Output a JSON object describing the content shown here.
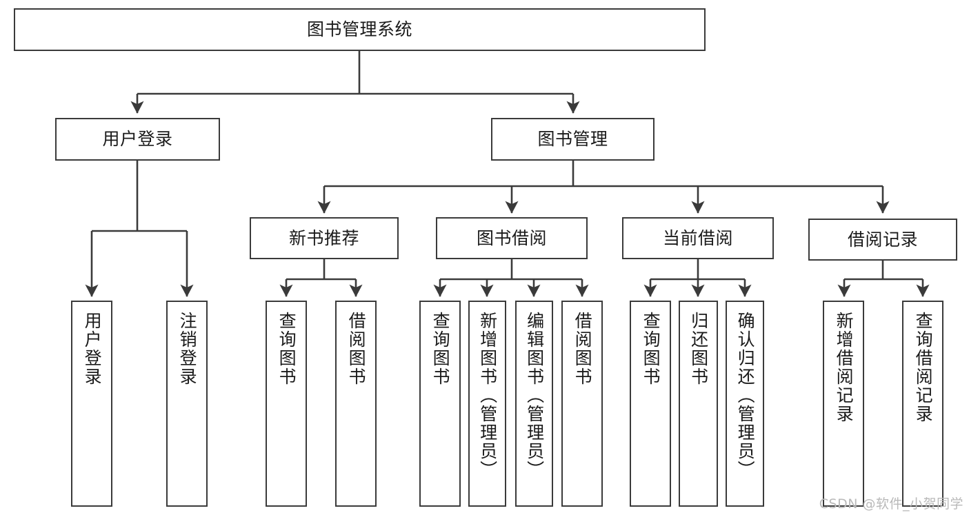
{
  "diagram": {
    "title": "图书管理系统",
    "watermark": "CSDN @软件_小贺同学",
    "stroke_color": "#3a3a3a",
    "background_color": "#ffffff",
    "text_color": "#1a1a1a",
    "watermark_color": "#b9b9b9",
    "type": "tree-hierarchy",
    "levels": 4,
    "nodes": {
      "root": {
        "label": "图书管理系统",
        "orientation": "horizontal",
        "level": 0
      },
      "user_login": {
        "label": "用户登录",
        "orientation": "horizontal",
        "level": 1
      },
      "book_manage": {
        "label": "图书管理",
        "orientation": "horizontal",
        "level": 1
      },
      "new_book_rec": {
        "label": "新书推荐",
        "orientation": "horizontal",
        "level": 2
      },
      "book_borrow": {
        "label": "图书借阅",
        "orientation": "horizontal",
        "level": 2
      },
      "current_borrow": {
        "label": "当前借阅",
        "orientation": "horizontal",
        "level": 2
      },
      "borrow_record": {
        "label": "借阅记录",
        "orientation": "horizontal",
        "level": 2
      },
      "leaf_user_login": {
        "label": "用户登录",
        "orientation": "vertical",
        "level": 2,
        "parent": "user_login"
      },
      "leaf_logout": {
        "label": "注销登录",
        "orientation": "vertical",
        "level": 2,
        "parent": "user_login"
      },
      "leaf_query_book_rec": {
        "label": "查询图书",
        "orientation": "vertical",
        "level": 3,
        "parent": "new_book_rec"
      },
      "leaf_borrow_book_rec": {
        "label": "借阅图书",
        "orientation": "vertical",
        "level": 3,
        "parent": "new_book_rec"
      },
      "leaf_query_book_bor": {
        "label": "查询图书",
        "orientation": "vertical",
        "level": 3,
        "parent": "book_borrow"
      },
      "leaf_add_book": {
        "label": "新增图书（管理员）",
        "orientation": "vertical",
        "level": 3,
        "parent": "book_borrow"
      },
      "leaf_edit_book": {
        "label": "编辑图书（管理员）",
        "orientation": "vertical",
        "level": 3,
        "parent": "book_borrow"
      },
      "leaf_borrow_book": {
        "label": "借阅图书",
        "orientation": "vertical",
        "level": 3,
        "parent": "book_borrow"
      },
      "leaf_query_book_cur": {
        "label": "查询图书",
        "orientation": "vertical",
        "level": 3,
        "parent": "current_borrow"
      },
      "leaf_return_book": {
        "label": "归还图书",
        "orientation": "vertical",
        "level": 3,
        "parent": "current_borrow"
      },
      "leaf_confirm_return": {
        "label": "确认归还（管理员）",
        "orientation": "vertical",
        "level": 3,
        "parent": "current_borrow"
      },
      "leaf_add_record": {
        "label": "新增借阅记录",
        "orientation": "vertical",
        "level": 3,
        "parent": "borrow_record"
      },
      "leaf_query_record": {
        "label": "查询借阅记录",
        "orientation": "vertical",
        "level": 3,
        "parent": "borrow_record"
      }
    },
    "edges": [
      {
        "from": "root",
        "to": "user_login"
      },
      {
        "from": "root",
        "to": "book_manage"
      },
      {
        "from": "user_login",
        "to": "leaf_user_login"
      },
      {
        "from": "user_login",
        "to": "leaf_logout"
      },
      {
        "from": "book_manage",
        "to": "new_book_rec"
      },
      {
        "from": "book_manage",
        "to": "book_borrow"
      },
      {
        "from": "book_manage",
        "to": "current_borrow"
      },
      {
        "from": "book_manage",
        "to": "borrow_record"
      },
      {
        "from": "new_book_rec",
        "to": "leaf_query_book_rec"
      },
      {
        "from": "new_book_rec",
        "to": "leaf_borrow_book_rec"
      },
      {
        "from": "book_borrow",
        "to": "leaf_query_book_bor"
      },
      {
        "from": "book_borrow",
        "to": "leaf_add_book"
      },
      {
        "from": "book_borrow",
        "to": "leaf_edit_book"
      },
      {
        "from": "book_borrow",
        "to": "leaf_borrow_book"
      },
      {
        "from": "current_borrow",
        "to": "leaf_query_book_cur"
      },
      {
        "from": "current_borrow",
        "to": "leaf_return_book"
      },
      {
        "from": "current_borrow",
        "to": "leaf_confirm_return"
      },
      {
        "from": "borrow_record",
        "to": "leaf_add_record"
      },
      {
        "from": "borrow_record",
        "to": "leaf_query_record"
      }
    ]
  }
}
